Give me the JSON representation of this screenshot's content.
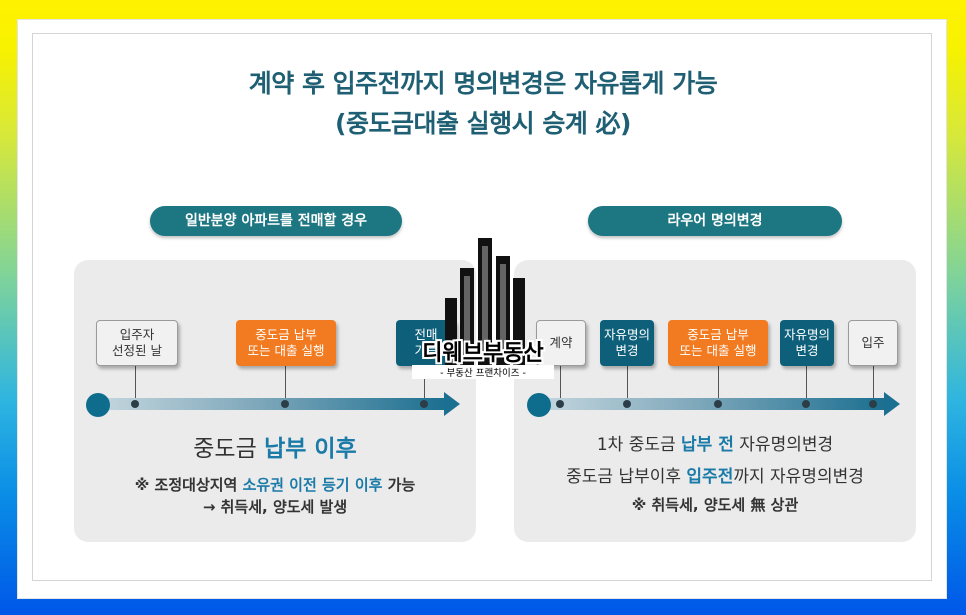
{
  "title": {
    "line1": "계약 후 입주전까지 명의변경은 자유롭게 가능",
    "line2": "(중도금대출 실행시 승계 必)"
  },
  "left": {
    "pill": "일반분양 아파트를 전매할 경우",
    "boxes": [
      "입주자\n선정된 날",
      "중도금 납부\n또는 대출 실행",
      "전매\n가능"
    ],
    "main_prefix": "중도금 ",
    "main_highlight": "납부 이후",
    "note_prefix": "※ 조정대상지역 ",
    "note_highlight": "소유권 이전 등기 이후",
    "note_suffix": " 가능",
    "note2": "→ 취득세, 양도세 발생"
  },
  "right": {
    "pill": "라우어 명의변경",
    "boxes": [
      "계약",
      "자유명의\n변경",
      "중도금 납부\n또는 대출 실행",
      "자유명의\n변경",
      "입주"
    ],
    "line1_prefix": "1차 중도금 ",
    "line1_highlight": "납부 전",
    "line1_suffix": " 자유명의변경",
    "line2_prefix": "중도금 납부이후 ",
    "line2_highlight": "입주전",
    "line2_suffix": "까지 자유명의변경",
    "note": "※ 취득세, 양도세 無 상관"
  },
  "watermark": {
    "name": "디웨브부동산",
    "sub": "- 부동산 프랜차이즈 -"
  },
  "colors": {
    "teal_pill": "#1d7782",
    "box_orange": "#f27b21",
    "box_teal": "#0e5f7a",
    "highlight": "#1a7aa8",
    "title": "#1f5f73"
  }
}
